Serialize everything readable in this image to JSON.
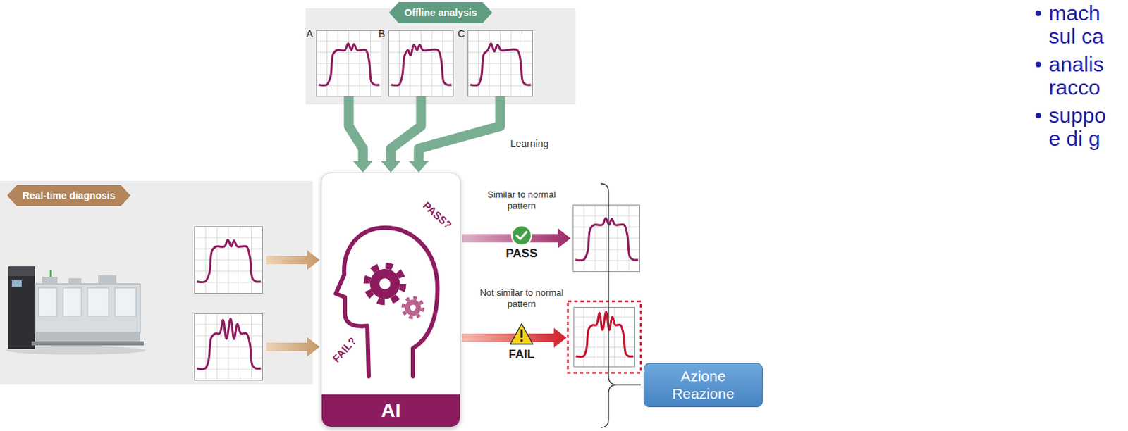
{
  "diagram": {
    "nodes": [
      {
        "text": [
          "Offline analysis"
        ]
      },
      {
        "text": [
          "A"
        ],
        "in": 0
      },
      {
        "text": [
          "B"
        ],
        "in": 0
      },
      {
        "text": [
          "C"
        ],
        "in": 0
      },
      {
        "text": [
          "Real-time diagnosis"
        ]
      },
      {
        "text": [
          "PASS?",
          "FAIL?",
          "AI"
        ]
      },
      {
        "text": [
          "Azione Reazione"
        ]
      }
    ],
    "edges": [
      {
        "from": 1,
        "to": 5,
        "arrow": "to"
      },
      {
        "from": 2,
        "to": 5,
        "arrow": "to"
      },
      {
        "from": 3,
        "to": 5,
        "arrow": "to"
      }
    ],
    "labels": [
      "Learning",
      "Similar to normal pattern",
      "PASS",
      "Not similar to normal pattern",
      "FAIL",
      "mach",
      "sul ca",
      "analis",
      "racco",
      "suppo",
      "e di g"
    ]
  }
}
